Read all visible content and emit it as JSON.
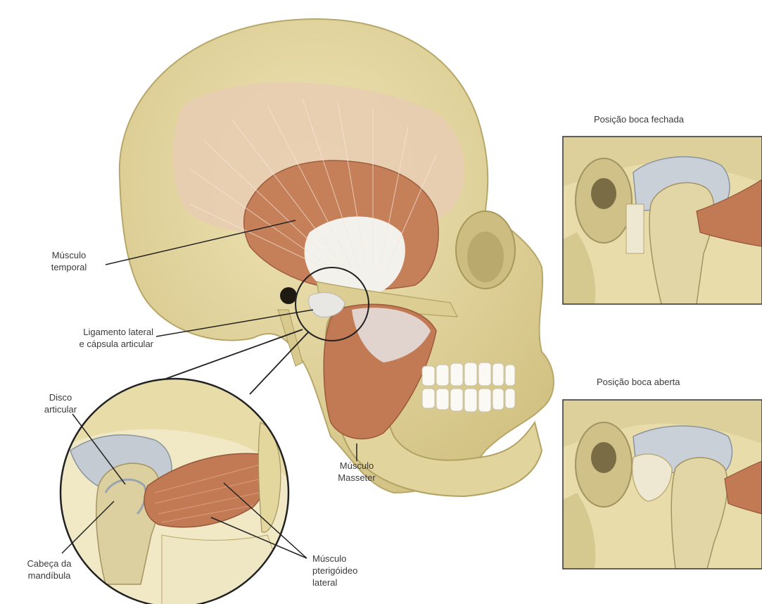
{
  "labels": {
    "temporal_1": "Músculo",
    "temporal_2": "temporal",
    "ligamento_1": "Ligamento lateral",
    "ligamento_2": "e cápsula articular",
    "disco_1": "Disco",
    "disco_2": "articular",
    "cabeca_1": "Cabeça da",
    "cabeca_2": "mandíbula",
    "masseter_1": "Músculo",
    "masseter_2": "Masseter",
    "pterigoideo_1": "Músculo",
    "pterigoideo_2": "pterigóideo",
    "pterigoideo_3": "lateral"
  },
  "panels": {
    "closed_title": "Posição boca fechada",
    "open_title": "Posição boca aberta"
  },
  "colors": {
    "bone": "#e6d9a4",
    "bone_dark": "#c9b97a",
    "muscle": "#c07a55",
    "muscle_light": "#e9c9b6",
    "tendon": "#f2f0ec",
    "cartilage": "#b9c2cc"
  }
}
